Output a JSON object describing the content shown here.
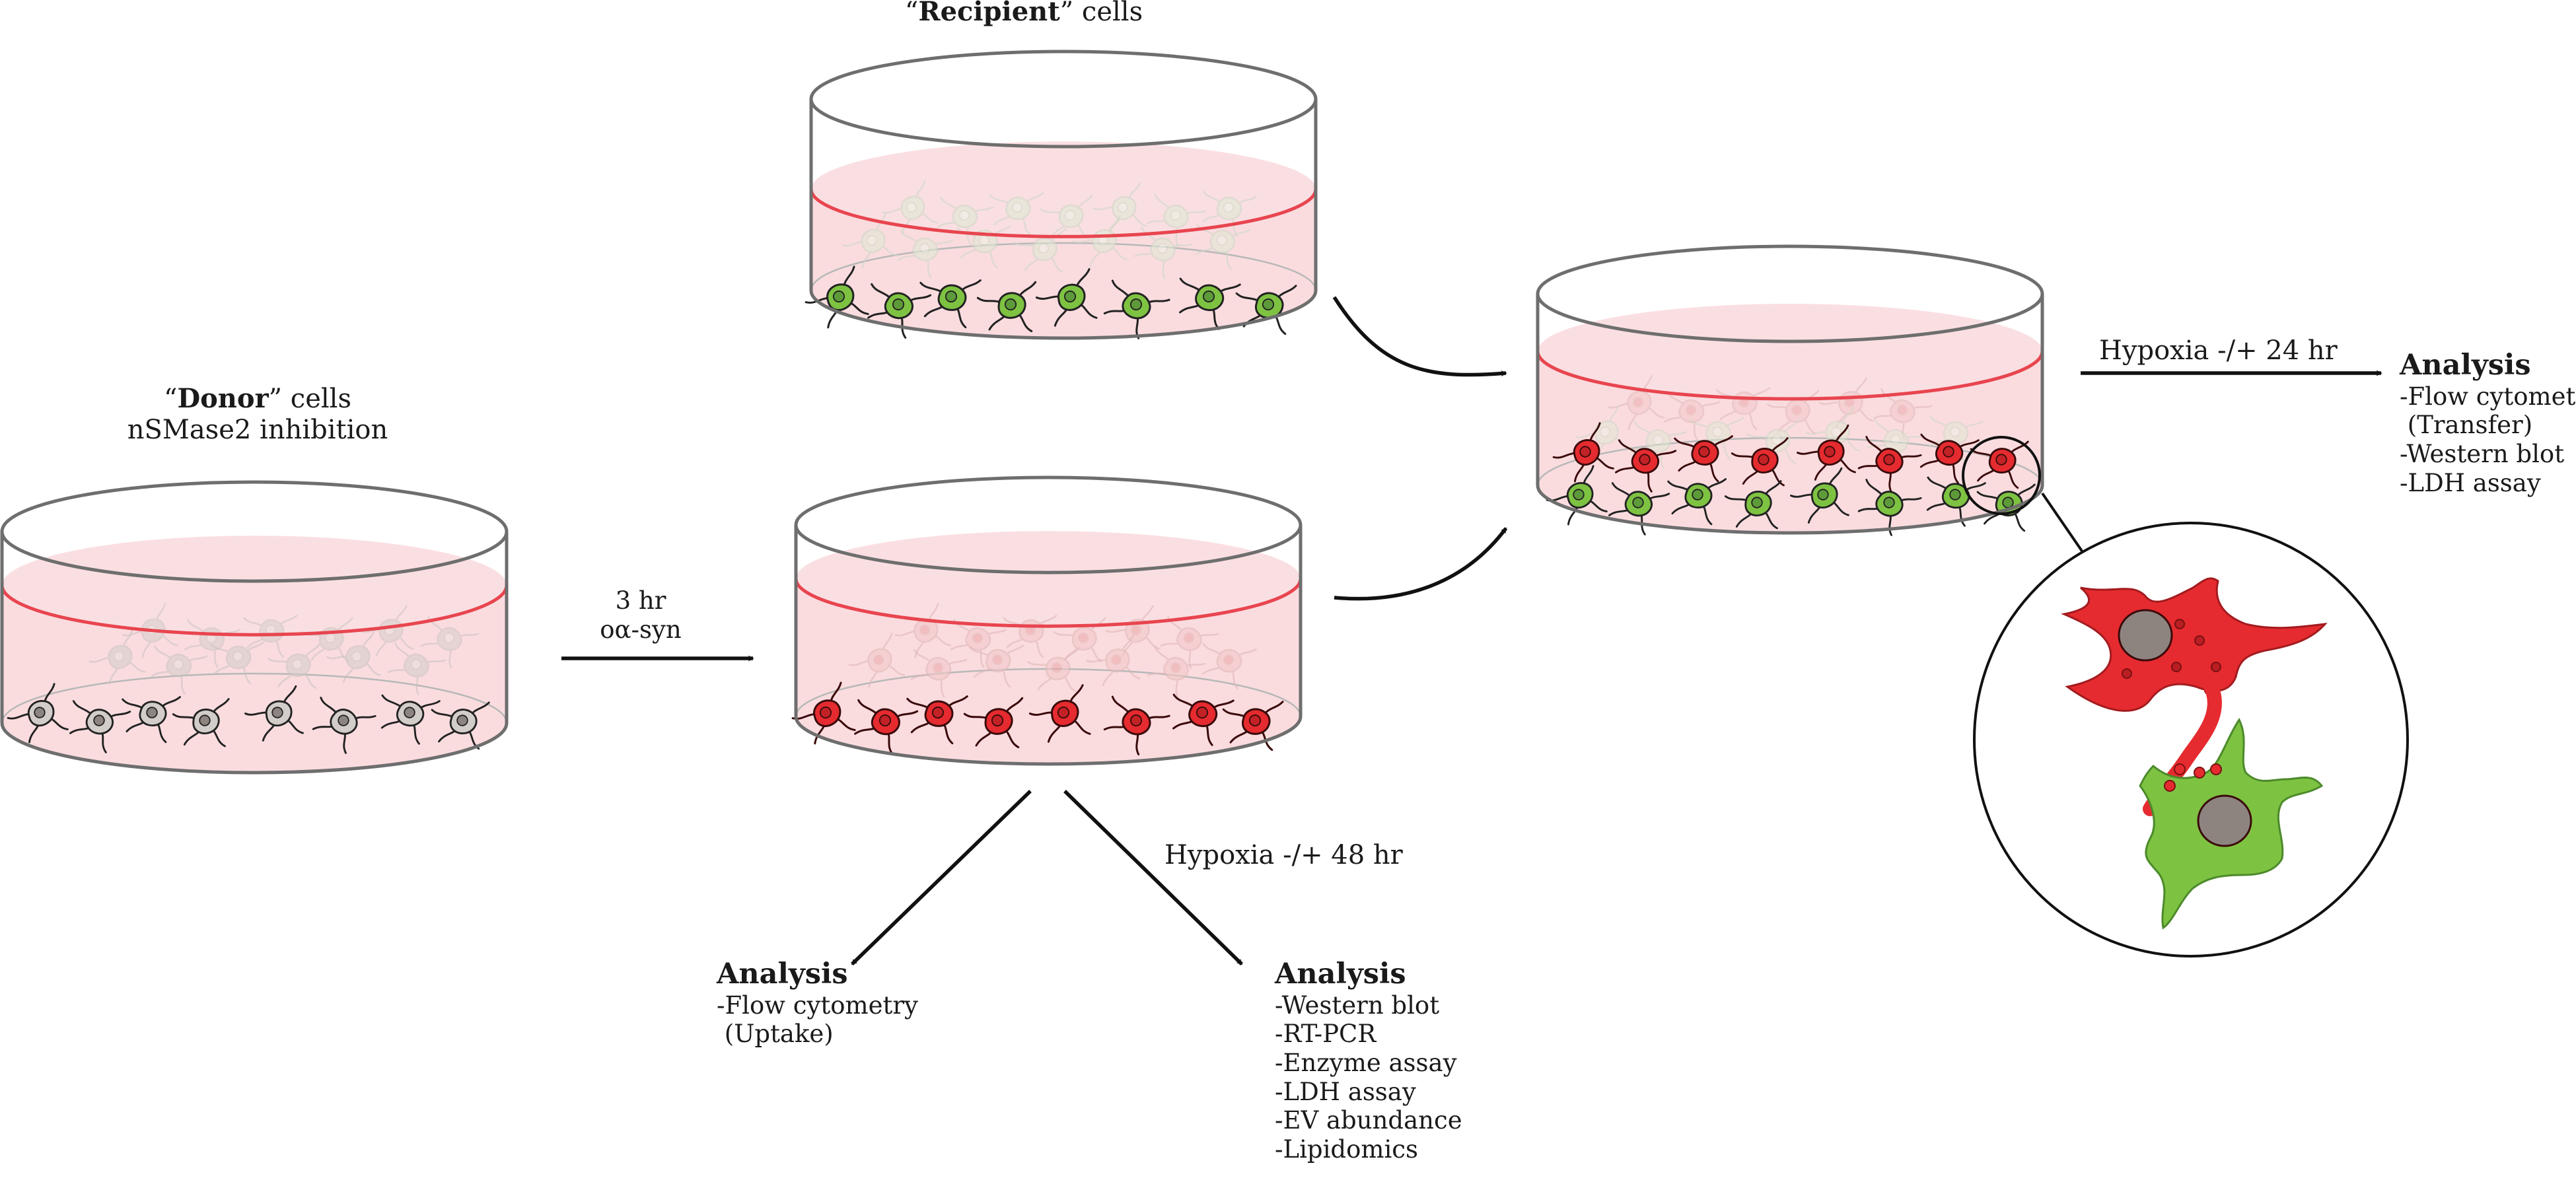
{
  "recipient_label": {
    "quote_open": "“",
    "bold": "Recipient",
    "quote_close": "”",
    "rest": " cells"
  },
  "donor_label": {
    "quote_open": "“",
    "bold": "Donor",
    "quote_close": "”",
    "rest": " cells",
    "line2": "nSMase2 inhibition"
  },
  "treatment_arrow": {
    "line1": "3 hr",
    "line2": "oα-syn"
  },
  "hypoxia_48": "Hypoxia -/+ 48 hr",
  "hypoxia_24": "Hypoxia -/+ 24 hr",
  "analysis_uptake": {
    "title": "Analysis",
    "items": [
      "-Flow cytometry",
      " (Uptake)"
    ]
  },
  "analysis_donor": {
    "title": "Analysis",
    "items": [
      "-Western blot",
      "-RT-PCR",
      "-Enzyme assay",
      "-LDH assay",
      "-EV abundance",
      "-Lipidomics"
    ]
  },
  "analysis_transfer": {
    "title": "Analysis",
    "items": [
      "-Flow cytometry",
      " (Transfer)",
      "-Western blot",
      "-LDH assay"
    ]
  },
  "colors": {
    "dish_outline": "#6e6e6e",
    "medium_fill": "#fadcdf",
    "medium_line": "#e8454f",
    "cell_green": "#7ec242",
    "cell_red": "#e52b2f",
    "cell_gray": "#d2cdc9",
    "nucleus": "#8d8480",
    "arrow": "#111111"
  }
}
